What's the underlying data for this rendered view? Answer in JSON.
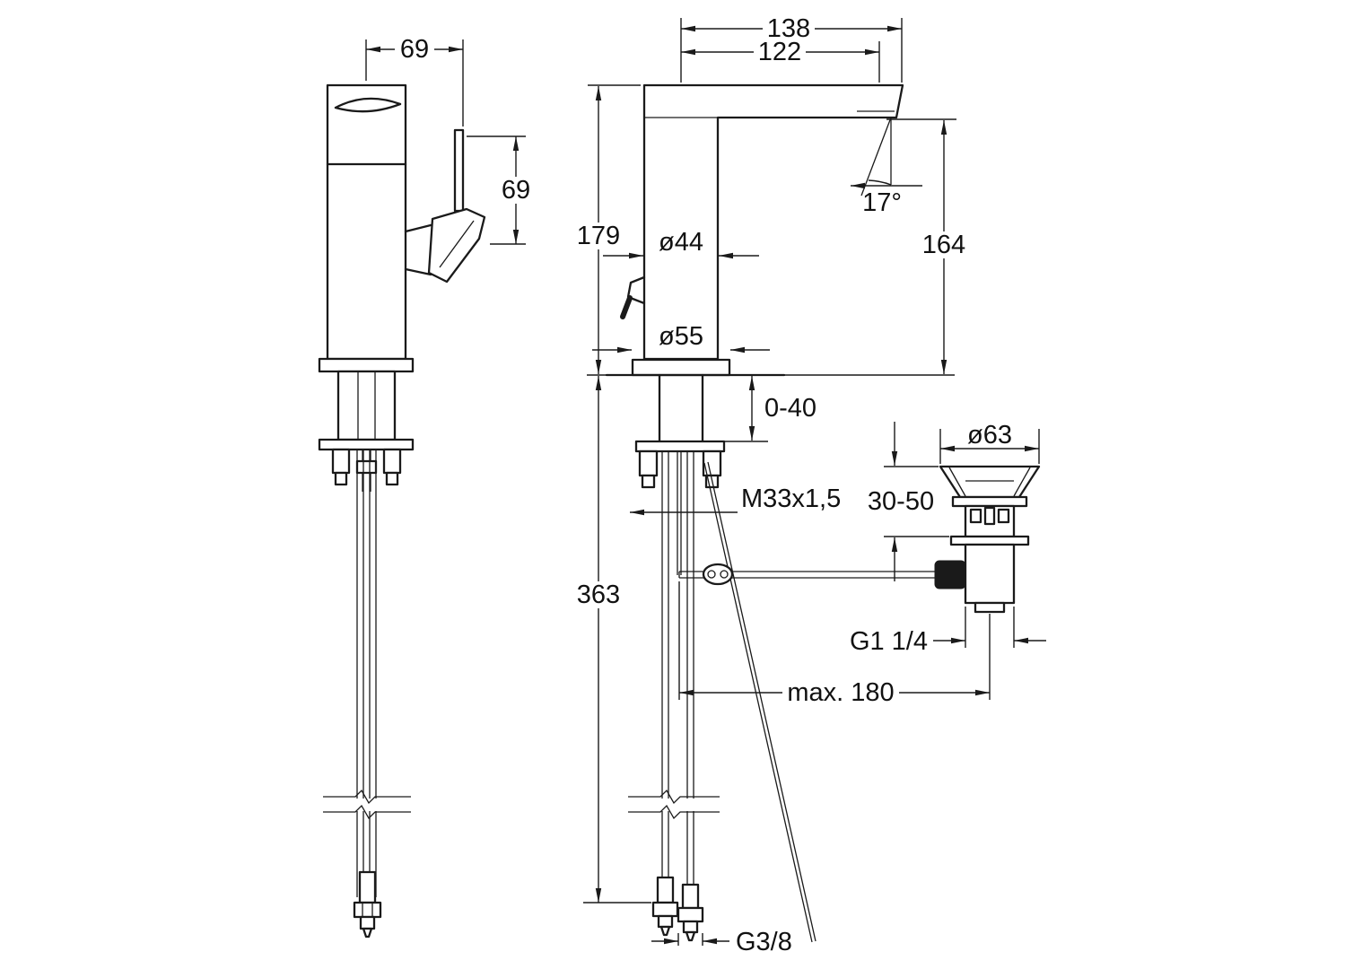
{
  "drawing": {
    "type": "faucet installation dimensional drawing",
    "background": "#ffffff",
    "line_color": "#1a1a1a",
    "side_view": {
      "width_to_handle": "69",
      "handle_length": "69"
    },
    "front_view": {
      "spout_overall": "138",
      "spout_reach": "122",
      "height_overall": "179",
      "body_diameter": "ø44",
      "spray_angle": "17°",
      "spout_height": "164",
      "base_diameter": "ø55",
      "deck_thickness": "0-40",
      "mounting_thread": "M33x1,5",
      "hose_length": "363",
      "rod_reach": "max. 180",
      "supply_thread": "G3/8"
    },
    "waste_assembly": {
      "flange_diameter": "ø63",
      "install_depth": "30-50",
      "waste_thread": "G1 1/4"
    }
  }
}
